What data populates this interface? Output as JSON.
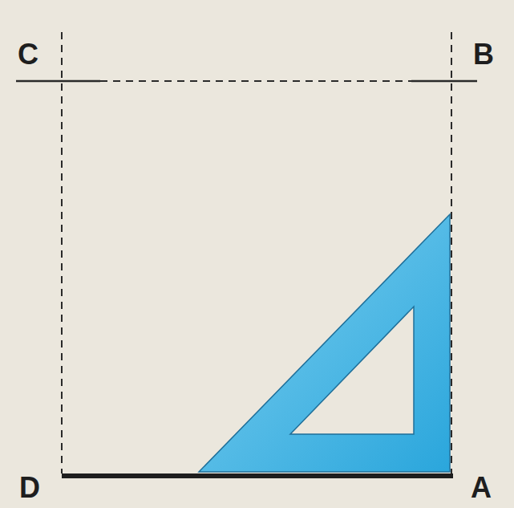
{
  "diagram": {
    "labels": [
      "C",
      "B",
      "D",
      "A"
    ]
  }
}
